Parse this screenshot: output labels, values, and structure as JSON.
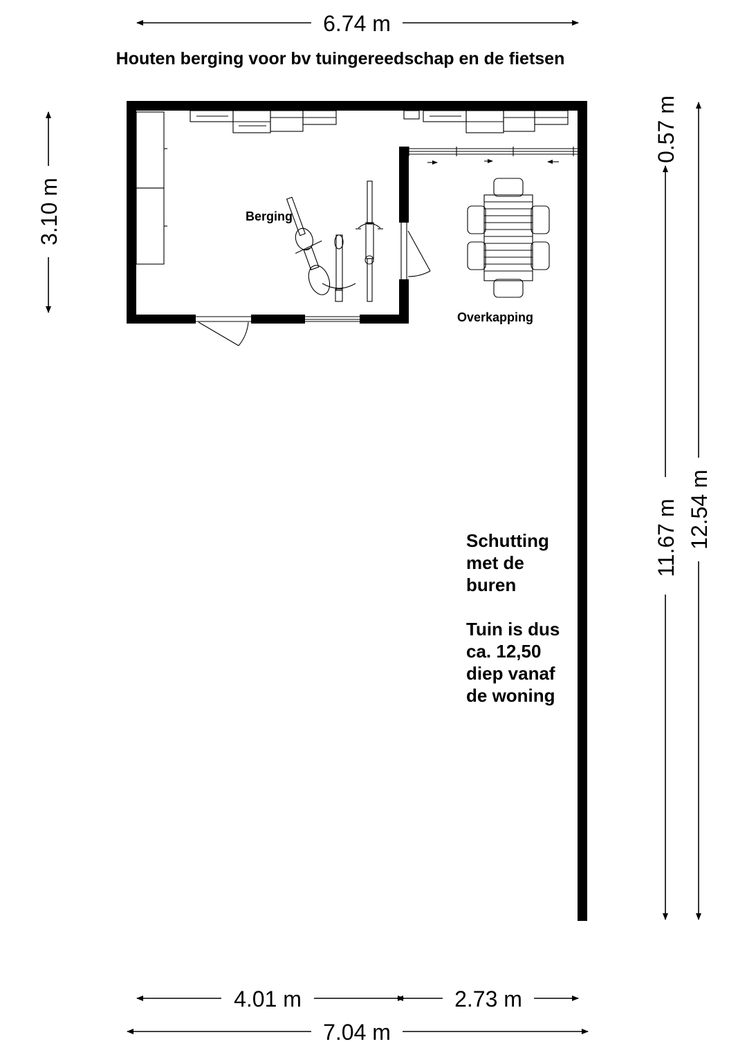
{
  "title": "Houten berging voor bv tuingereedschap en de fietsen",
  "dimensions": {
    "top_width": "6.74 m",
    "left_height": "3.10 m",
    "right_top": "0.57 m",
    "right_mid": "11.67 m",
    "right_total": "12.54 m",
    "bottom_left": "4.01 m",
    "bottom_right": "2.73 m",
    "bottom_total": "7.04 m"
  },
  "rooms": {
    "berging": "Berging",
    "overkapping": "Overkapping"
  },
  "note": {
    "lines": [
      "Schutting",
      "met de",
      "buren",
      "",
      "Tuin is dus",
      "ca. 12,50",
      "diep vanaf",
      "de woning"
    ]
  }
}
